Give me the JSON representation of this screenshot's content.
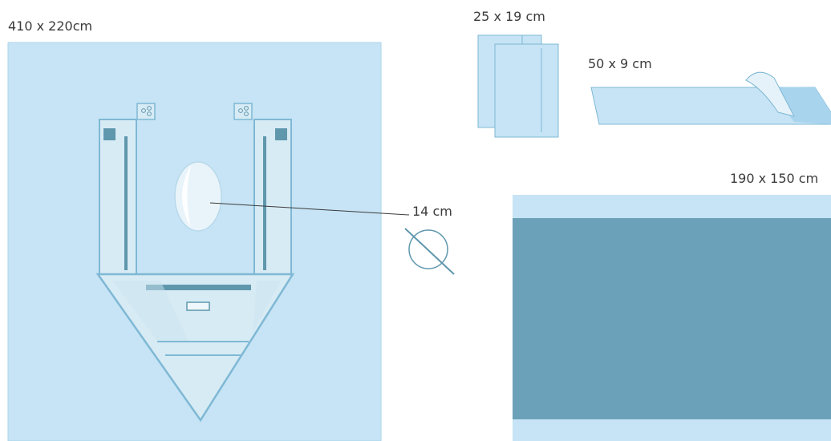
{
  "main_drape": {
    "size_label": "410 x 220cm",
    "fenestration_label": "14 cm"
  },
  "hand_towel": {
    "size_label": "25 x 19 cm"
  },
  "adhesive_tape": {
    "size_label": "50 x 9 cm"
  },
  "table_cover": {
    "size_label": "190 x 150 cm"
  },
  "colors": {
    "drape_light": "#c6e4f5",
    "drape_mid": "#a8d4ee",
    "drape_dark": "#6ba2b9",
    "outline": "#7fb8d4",
    "strap_dark": "#5f97ad",
    "text": "#3b3b3b"
  },
  "icons": [
    "fenestration-icon",
    "strap-clip-icon",
    "cutting-circle-icon"
  ]
}
